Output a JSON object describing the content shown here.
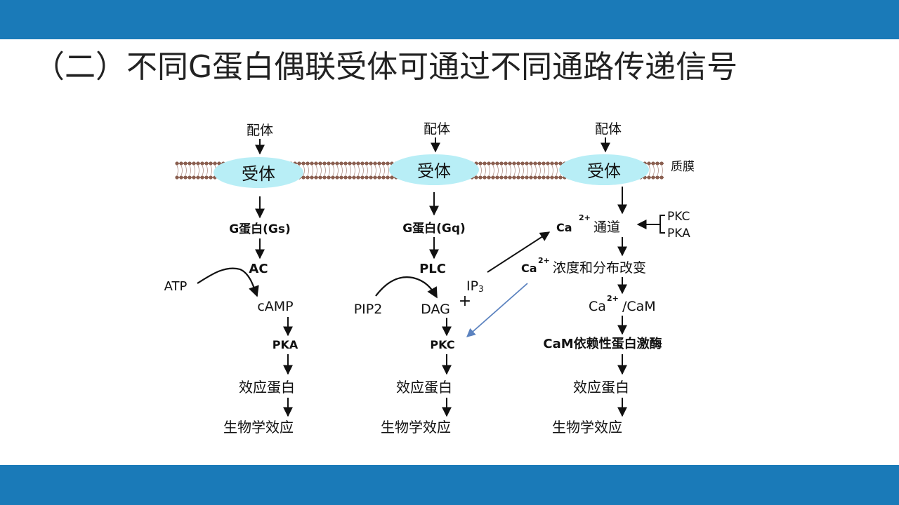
{
  "title": "（二）不同G蛋白偶联受体可通过不同通路传递信号",
  "colors": {
    "bar": "#1a7ab8",
    "receptor": "#b8eef6",
    "membrane": "#8a5f50",
    "blue_arrow": "#5b82bf"
  },
  "membrane_label": "质膜",
  "col1": {
    "ligand": "配体",
    "receptor": "受体",
    "g": "G蛋白(Gs)",
    "ac": "AC",
    "atp": "ATP",
    "camp": "cAMP",
    "pka": "PKA",
    "effector": "效应蛋白",
    "effect": "生物学效应"
  },
  "col2": {
    "ligand": "配体",
    "receptor": "受体",
    "g": "G蛋白(Gq)",
    "plc": "PLC",
    "pip2": "PIP2",
    "dag": "DAG",
    "plus": "+",
    "ip3": "IP",
    "ip3_sub": "3",
    "pkc": "PKC",
    "effector": "效应蛋白",
    "effect": "生物学效应"
  },
  "col3": {
    "ligand": "配体",
    "receptor": "受体",
    "ca": "Ca",
    "sup": "2+",
    "channel": "通道",
    "pkc": "PKC",
    "pka": "PKA",
    "conc": "浓度和分布改变",
    "cam": "/CaM",
    "kinase": "CaM依赖性蛋白激酶",
    "effector": "效应蛋白",
    "effect": "生物学效应"
  }
}
